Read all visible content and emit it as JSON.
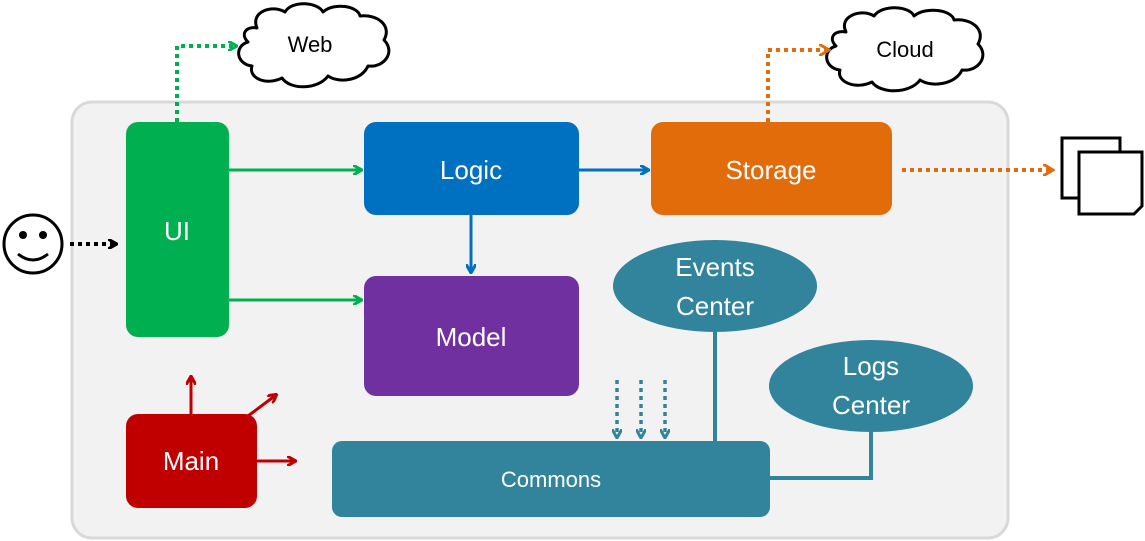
{
  "external": {
    "web": "Web",
    "cloud": "Cloud"
  },
  "components": {
    "ui": "UI",
    "logic": "Logic",
    "storage": "Storage",
    "model": "Model",
    "main": "Main",
    "commons": "Commons",
    "events_center": [
      "Events",
      "Center"
    ],
    "logs_center": [
      "Logs",
      "Center"
    ]
  },
  "colors": {
    "ui": "#00b050",
    "logic": "#0070c0",
    "storage": "#e36c0a",
    "model": "#7030a0",
    "main": "#c00000",
    "commons": "#31849b",
    "container_fill": "#f2f2f2",
    "container_stroke": "#d9d9d9"
  }
}
